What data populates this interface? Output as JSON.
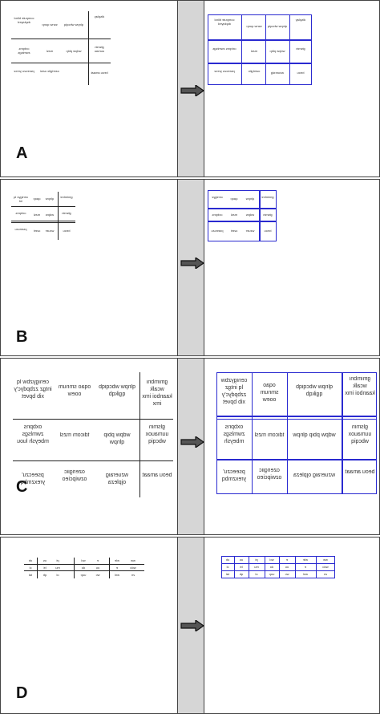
{
  "panels": [
    {
      "letter": "A",
      "cells": [
        [
          "compute blind dsplayed",
          "",
          "",
          "display"
        ],
        [
          "",
          "",
          "",
          ""
        ],
        [
          "",
          "",
          "",
          ""
        ]
      ]
    },
    {
      "letter": "B"
    },
    {
      "letter": "C",
      "cells": [
        [
          "cenigyzbw lq intgz zzbpdyc'y xib bpvet",
          "oqao smnum ooew",
          "qlnpw wbcqiqb qgikqb",
          "gmimbni wcalk kaanboi imx imx"
        ],
        [
          "oxbpns zwmlsgs mbeysh luou",
          "tdicom mzsl",
          "wdpw pbip qlnpw",
          "glsmin uumauox wbcqiq"
        ],
        [
          "pseeczu' yrexzmbq",
          "ozerigiic ozwipcieo",
          "wzueraig ojpleza",
          "beou amaat"
        ]
      ]
    },
    {
      "letter": "D",
      "header": [
        "ob",
        "us",
        "pt",
        "wd",
        "e",
        "wle",
        "ww"
      ],
      "rows": [
        [
          "cl",
          "bt",
          "mu",
          "do",
          "ou",
          "e",
          "wdo"
        ],
        [
          "tal",
          "qb",
          "ol",
          "uop",
          "wc",
          "wnl",
          "zn"
        ]
      ]
    }
  ],
  "colors": {
    "table_lines": "#222222",
    "detection_boxes": "#2a2ad0",
    "divider_fill": "#d6d6d6"
  }
}
